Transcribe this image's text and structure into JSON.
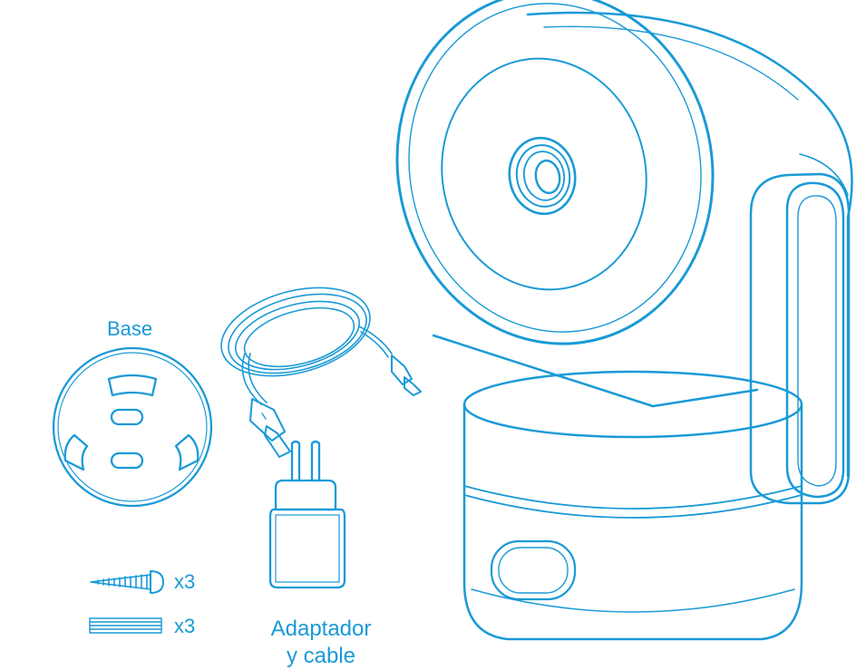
{
  "labels": {
    "base": "Base",
    "screw_qty": "x3",
    "tape_qty": "x3",
    "adapter_line1": "Adaptador",
    "adapter_line2": "y cable"
  },
  "colors": {
    "line": "#1a9ad6",
    "background": "#ffffff"
  },
  "icons": {
    "camera": "pan-tilt-camera",
    "base": "mounting-base",
    "cable": "usb-cable",
    "adapter": "power-adapter",
    "screw": "screw",
    "tape": "adhesive-tape"
  }
}
